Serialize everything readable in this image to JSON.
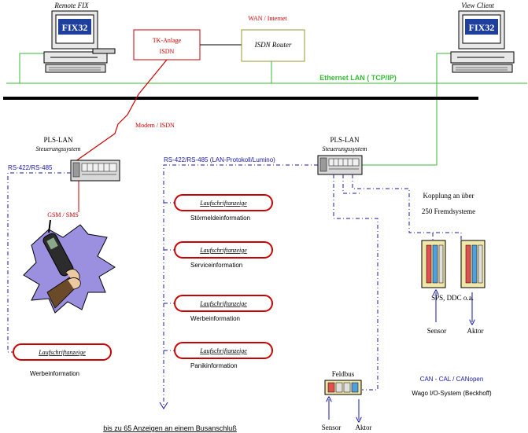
{
  "workstations": {
    "remote": {
      "label": "Remote FIX",
      "logo": "FIX32"
    },
    "view": {
      "label": "View Client",
      "logo": "FIX32"
    }
  },
  "wan_label": "WAN / Internet",
  "tk_anlage": {
    "line1": "TK-Anlage",
    "line2": "ISDN"
  },
  "isdn_router": "ISDN Router",
  "ethernet_label": "Ethernet LAN  ( TCP/IP)",
  "modem_label": "Modem / ISDN",
  "pls_left": {
    "title": "PLS-LAN",
    "subtitle": "Steuerungssystem",
    "bus": "RS-422/RS-485"
  },
  "pls_right": {
    "title": "PLS-LAN",
    "subtitle": "Steuerungssystem",
    "bus": "RS-422/RS-485  (LAN-Protokoll/Lumino)"
  },
  "gsm_label": "GSM / SMS",
  "displays_left": [
    {
      "label": "Laufschriftanzeige",
      "caption": "Werbeinformation"
    }
  ],
  "displays_middle": [
    {
      "label": "Laufschriftanzeige",
      "caption": "Störmeldeinformation"
    },
    {
      "label": "Laufschriftanzeige",
      "caption": "Serviceinformation"
    },
    {
      "label": "Laufschriftanzeige",
      "caption": "Werbeinformation"
    },
    {
      "label": "Laufschriftanzeige",
      "caption": "Panikinformation"
    }
  ],
  "bottom_note": "bis zu 65 Anzeigen an einem Busanschluß",
  "kopplung": {
    "line1": "Kopplung an über",
    "line2": "250 Fremdsysteme"
  },
  "sps_label": "SPS, DDC o.a.",
  "sps_sensor": "Sensor",
  "sps_aktor": "Aktor",
  "feldbus_label": "Feldbus",
  "feldbus_sensor": "Sensor",
  "feldbus_aktor": "Aktor",
  "can_label": "CAN - CAL / CANopen",
  "wago_label": "Wago I/O-System (Beckhoff)",
  "colors": {
    "red": "#cc0000",
    "blue": "#1a1aa6",
    "green": "#33bb33",
    "black": "#000000"
  }
}
